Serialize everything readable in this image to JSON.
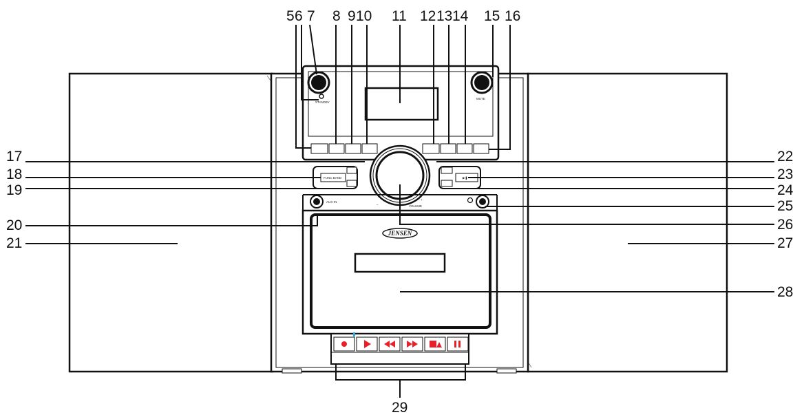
{
  "callouts": {
    "c5": "5",
    "c6": "6",
    "c7": "7",
    "c8": "8",
    "c9": "9",
    "c10": "10",
    "c11": "11",
    "c12": "12",
    "c13": "13",
    "c14": "14",
    "c15": "15",
    "c16": "16",
    "c17": "17",
    "c18": "18",
    "c19": "19",
    "c20": "20",
    "c21": "21",
    "c22": "22",
    "c23": "23",
    "c24": "24",
    "c25": "25",
    "c26": "26",
    "c27": "27",
    "c28": "28",
    "c29": "29"
  },
  "panel_labels": {
    "standby": "STANDBY",
    "mute": "MUTE",
    "aux_in": "AUX-IN",
    "volume": "VOLUME",
    "volume_minus": "–",
    "volume_plus": "+",
    "brand_logo": "JENSEN",
    "func_band": "FUNC BAND"
  },
  "tape_buttons": [
    "record",
    "play",
    "rewind",
    "fast-forward",
    "stop-eject",
    "pause"
  ],
  "colors": {
    "line": "#111111",
    "accent": "#e8202a",
    "indicator": "#2ab0d8"
  }
}
